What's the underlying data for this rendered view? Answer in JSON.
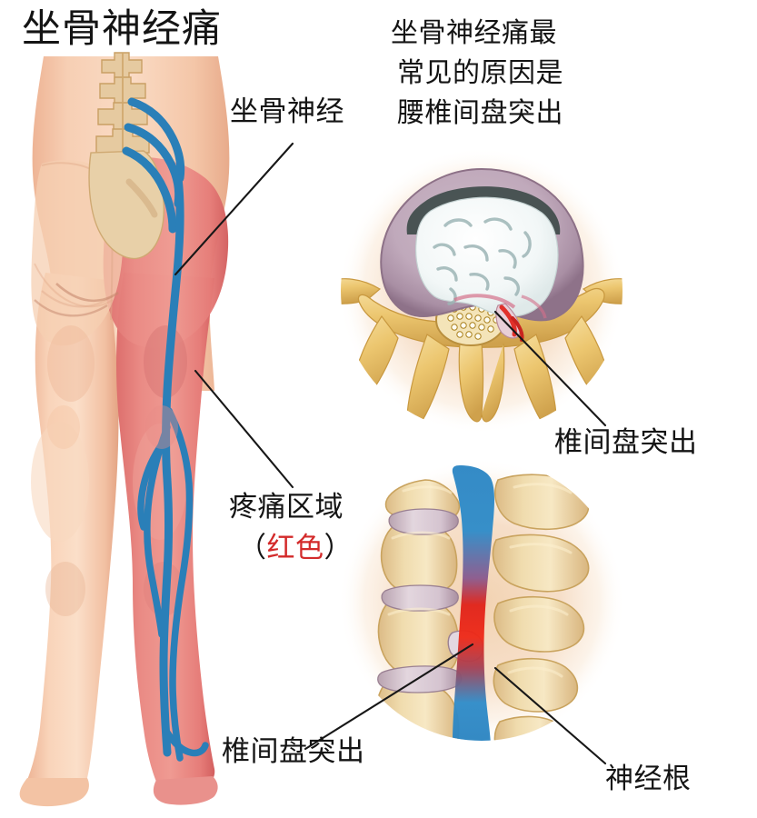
{
  "title": {
    "text": "坐骨神经痛"
  },
  "callouts": {
    "sciatic_nerve": "坐骨神经",
    "pain_area_line1": "疼痛区域",
    "pain_area_paren_open": "（",
    "pain_area_red": "红色",
    "pain_area_paren_close": "）",
    "disc_herniation_body": "椎间盘突出",
    "disc_herniation_axial": "椎间盘突出",
    "nerve_root": "神经根"
  },
  "note": {
    "line1": "坐骨神经痛最",
    "line2": "常见的原因是",
    "line3": "腰椎间盘突出"
  },
  "colors": {
    "nerve_blue": "#2a7fb8",
    "pain_red": "#e8837e",
    "skin": "#f5c9ad",
    "bone": "#e3c79a",
    "inflammation_red": "#e01b12",
    "glow_peach": "#f6dcc2",
    "leader_line": "#171717",
    "red_text": "#d32a2a"
  },
  "figures": {
    "body": "posterior-lower-body-sciatic-nerve",
    "axial": "lumbar-vertebra-axial-herniated-disc",
    "sagittal": "lumbar-spine-lateral-nerve-root-compression"
  }
}
